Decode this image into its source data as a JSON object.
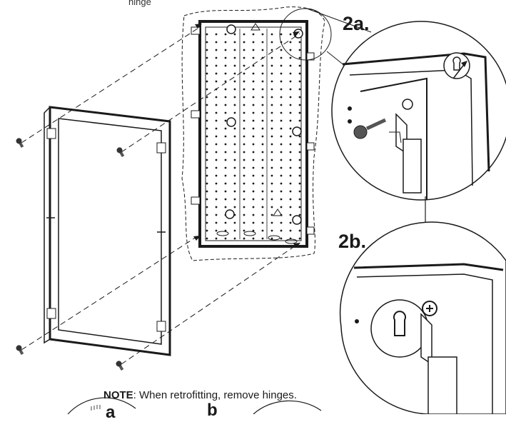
{
  "top_caption": "hinge",
  "detail_labels": {
    "step_2a": "2a.",
    "step_2b": "2b."
  },
  "note": {
    "heading": "NOTE",
    "text": ": When retrofitting, remove hinges."
  },
  "bottom_labels": {
    "a": "a",
    "b": "b"
  },
  "colors": {
    "line": "#1a1a1a",
    "screw_fill": "#555555",
    "background": "#ffffff"
  },
  "icons": {
    "screw": "screw-icon",
    "up_marker": "up-arrow-icon",
    "keyhole": "keyhole-slot-icon"
  }
}
